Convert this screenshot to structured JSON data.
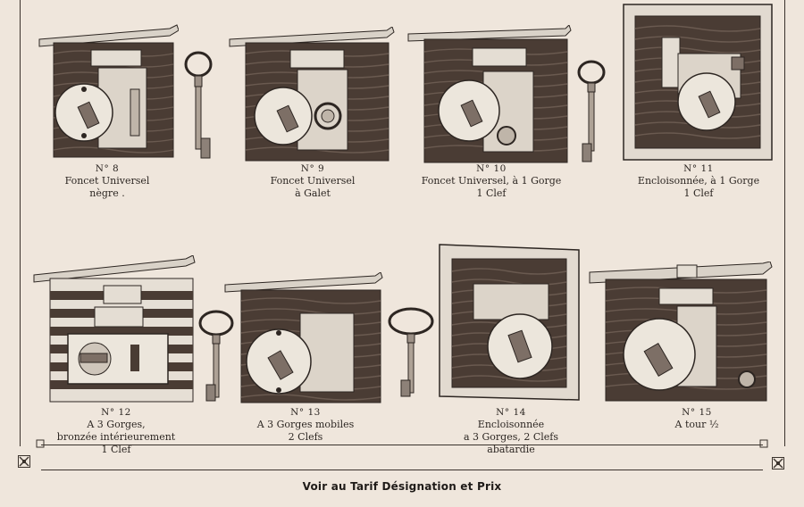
{
  "catalog": {
    "items": [
      {
        "number": "N° 8",
        "lines": [
          "Foncet Universel",
          "nègre ."
        ]
      },
      {
        "number": "N° 9",
        "lines": [
          "Foncet Universel",
          "à Galet"
        ]
      },
      {
        "number": "N° 10",
        "lines": [
          "Foncet Universel, à 1 Gorge",
          "1 Clef"
        ]
      },
      {
        "number": "N° 11",
        "lines": [
          "Encloisonnée, à 1 Gorge",
          "1 Clef"
        ]
      },
      {
        "number": "N° 12",
        "lines": [
          "A 3 Gorges,",
          "bronzée intérieurement",
          "1 Clef"
        ]
      },
      {
        "number": "N° 13",
        "lines": [
          "A 3 Gorges mobiles",
          "2 Clefs"
        ]
      },
      {
        "number": "N° 14",
        "lines": [
          "Encloisonnée",
          "a 3 Gorges, 2 Clefs",
          "abatardie"
        ]
      },
      {
        "number": "N° 15",
        "lines": [
          "A tour ½"
        ]
      }
    ]
  },
  "footer": {
    "text": "Voir au Tarif Désignation et Prix"
  }
}
